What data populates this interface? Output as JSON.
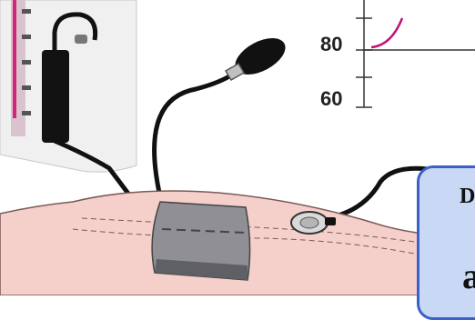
{
  "gauge": {
    "tick_high": "80",
    "tick_low": "60"
  },
  "callout": {
    "line1": "D",
    "line2": "a"
  },
  "colors": {
    "arm_skin": "#f5cfc9",
    "cuff": "#8f8f95",
    "tube": "#111111",
    "trace": "#c0127a",
    "callout_fill": "#c9d8f5",
    "callout_border": "#3b61c9"
  }
}
